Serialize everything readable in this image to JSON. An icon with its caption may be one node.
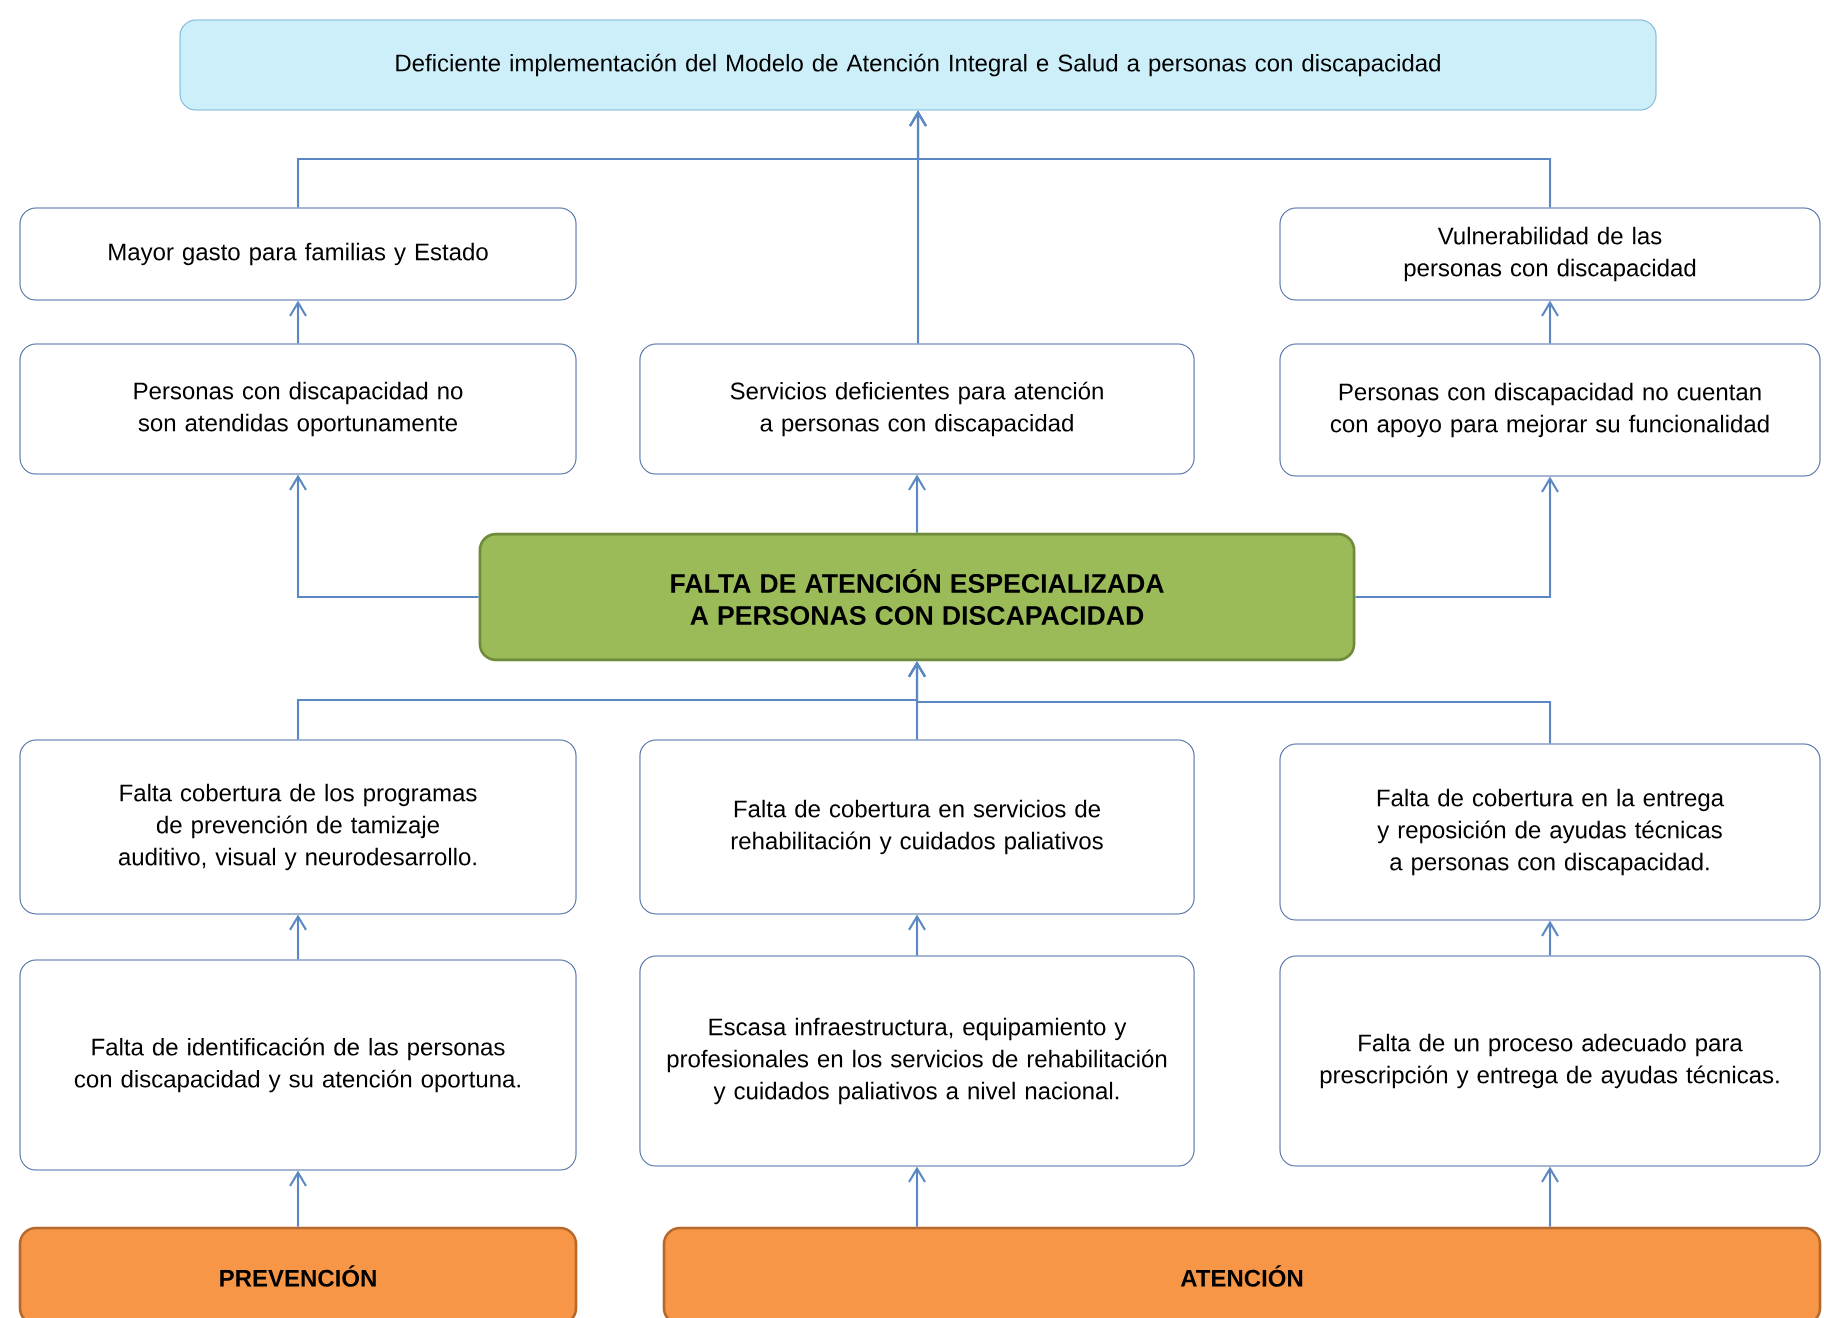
{
  "diagram": {
    "nodes": [
      {
        "text": [
          "Deficiente implementación del Modelo de Atención Integral e Salud a personas con discapacidad"
        ]
      },
      {
        "text": [
          "Mayor gasto para familias y Estado"
        ]
      },
      {
        "text": [
          "Vulnerabilidad de las personas con discapacidad"
        ]
      },
      {
        "text": [
          "Personas con discapacidad no son atendidas oportunamente"
        ]
      },
      {
        "text": [
          "Servicios deficientes para atención a personas con discapacidad"
        ]
      },
      {
        "text": [
          "Personas con discapacidad no cuentan con apoyo para mejorar su funcionalidad"
        ]
      },
      {
        "text": [
          "FALTA DE ATENCIÓN ESPECIALIZADA  A PERSONAS CON DISCAPACIDAD"
        ]
      },
      {
        "text": [
          "Falta cobertura de los programas de prevención de tamizaje auditivo, visual y neurodesarrollo."
        ]
      },
      {
        "text": [
          "Falta de cobertura en servicios de rehabilitación y cuidados paliativos"
        ]
      },
      {
        "text": [
          "Falta de cobertura en la entrega y reposición de ayudas técnicas a personas con discapacidad."
        ]
      },
      {
        "text": [
          "Falta de identificación de las personas con discapacidad y su atención oportuna."
        ]
      },
      {
        "text": [
          "Escasa infraestructura, equipamiento y profesionales en los servicios de rehabilitación y cuidados paliativos a nivel nacional."
        ]
      },
      {
        "text": [
          "Falta de un proceso adecuado para prescripción y entrega de ayudas técnicas."
        ]
      },
      {
        "text": [
          "PREVENCIÓN"
        ]
      },
      {
        "text": [
          "ATENCIÓN"
        ]
      }
    ],
    "edges": [
      {
        "from": 1,
        "to": 0,
        "arrow": "to"
      },
      {
        "from": 4,
        "to": 0,
        "arrow": "to"
      },
      {
        "from": 2,
        "to": 0,
        "arrow": "to"
      },
      {
        "from": 3,
        "to": 1,
        "arrow": "to"
      },
      {
        "from": 5,
        "to": 2,
        "arrow": "to"
      },
      {
        "from": 6,
        "to": 3,
        "arrow": "to"
      },
      {
        "from": 6,
        "to": 4,
        "arrow": "to"
      },
      {
        "from": 6,
        "to": 5,
        "arrow": "to"
      },
      {
        "from": 7,
        "to": 6,
        "arrow": "to"
      },
      {
        "from": 8,
        "to": 6,
        "arrow": "to"
      },
      {
        "from": 9,
        "to": 6,
        "arrow": "to"
      },
      {
        "from": 10,
        "to": 7,
        "arrow": "to"
      },
      {
        "from": 11,
        "to": 8,
        "arrow": "to"
      },
      {
        "from": 12,
        "to": 9,
        "arrow": "to"
      },
      {
        "from": 13,
        "to": 10,
        "arrow": "to"
      },
      {
        "from": 14,
        "to": 11,
        "arrow": "to"
      },
      {
        "from": 14,
        "to": 12,
        "arrow": "to"
      }
    ]
  }
}
